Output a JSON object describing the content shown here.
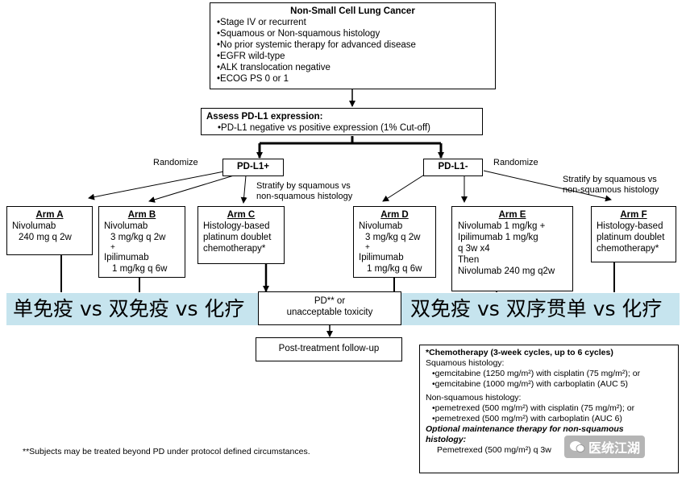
{
  "top_box": {
    "title": "Non-Small Cell Lung Cancer",
    "items": [
      "•Stage IV or recurrent",
      "•Squamous or Non-squamous histology",
      "•No prior systemic therapy for advanced disease",
      "•EGFR wild-type",
      "•ALK translocation negative",
      "•ECOG PS 0 or 1"
    ]
  },
  "assess_box": {
    "title": "Assess PD-L1 expression:",
    "detail": "•PD-L1 negative vs positive expression (1% Cut-off)"
  },
  "pdl1_pos": {
    "label": "PD-L1+",
    "randomize": "Randomize",
    "stratify": [
      "Stratify by squamous vs",
      "non-squamous histology"
    ]
  },
  "pdl1_neg": {
    "label": "PD-L1-",
    "randomize": "Randomize",
    "stratify": [
      "Stratify by squamous vs",
      "non-squamous histology"
    ]
  },
  "arms": [
    {
      "title": "Arm A",
      "lines": [
        "Nivolumab",
        "240 mg q 2w"
      ]
    },
    {
      "title": "Arm B",
      "lines": [
        "Nivolumab",
        "3 mg/kg q 2w",
        "+",
        "Ipilimumab",
        "1 mg/kg q 6w"
      ]
    },
    {
      "title": "Arm C",
      "lines": [
        "Histology-based",
        "platinum doublet",
        "chemotherapy*"
      ]
    },
    {
      "title": "Arm D",
      "lines": [
        "Nivolumab",
        "3 mg/kg q 2w",
        "+",
        "Ipilimumab",
        "1 mg/kg q 6w"
      ]
    },
    {
      "title": "Arm E",
      "lines": [
        "Nivolumab 1 mg/kg +",
        "Ipilimumab 1 mg/kg",
        "q 3w x4",
        "Then",
        "Nivolumab 240 mg q2w"
      ]
    },
    {
      "title": "Arm F",
      "lines": [
        "Histology-based",
        "platinum doublet",
        "chemotherapy*"
      ]
    }
  ],
  "banners": {
    "left": "单免疫 vs 双免疫 vs 化疗",
    "right": "双免疫 vs 双序贯单 vs 化疗"
  },
  "pd_box": [
    "PD** or",
    "unacceptable toxicity"
  ],
  "followup_box": "Post-treatment follow-up",
  "chemo_box": {
    "title": "*Chemotherapy (3-week cycles, up to 6 cycles)",
    "squamous_header": "Squamous histology:",
    "squamous_items": [
      "•gemcitabine (1250 mg/m²) with cisplatin (75 mg/m²); or",
      "•gemcitabine (1000 mg/m²) with carboplatin (AUC 5)"
    ],
    "nonsquamous_header": "Non-squamous histology:",
    "nonsquamous_items": [
      "•pemetrexed (500 mg/m²) with cisplatin (75 mg/m²); or",
      "•pemetrexed (500 mg/m²) with carboplatin (AUC 6)"
    ],
    "maintenance_header": [
      "Optional maintenance therapy for non-squamous",
      "histology:"
    ],
    "maintenance_item": "Pemetrexed (500 mg/m²) q 3w"
  },
  "footnote": "**Subjects may be treated beyond PD under protocol defined circumstances.",
  "watermark": "医统江湖",
  "colors": {
    "banner_bg": "#c6e4ee",
    "line": "#000000",
    "watermark": "#ffffff"
  }
}
